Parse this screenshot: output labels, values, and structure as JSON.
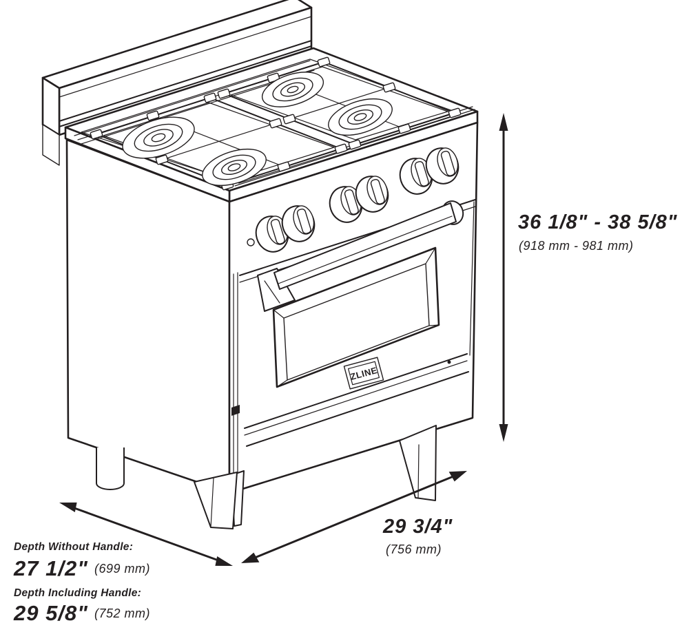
{
  "figure": {
    "background_color": "#ffffff",
    "line_color": "#231f20"
  },
  "brand_badge": "ZLINE",
  "icons": {
    "height_arrow": "double-headed-vertical-arrow",
    "width_arrow": "double-headed-diagonal-arrow",
    "depth_arrow": "double-headed-diagonal-arrow"
  },
  "dimensions": {
    "height": {
      "inches": "36 1/8\" - 38 5/8\"",
      "mm": "(918 mm - 981 mm)"
    },
    "width": {
      "inches": "29 3/4\"",
      "mm": "(756 mm)"
    },
    "depth_without_handle": {
      "label": "Depth Without Handle:",
      "inches": "27 1/2\"",
      "mm": "(699 mm)"
    },
    "depth_including_handle": {
      "label": "Depth Including Handle:",
      "inches": "29 5/8\"",
      "mm": "(752 mm)"
    }
  }
}
